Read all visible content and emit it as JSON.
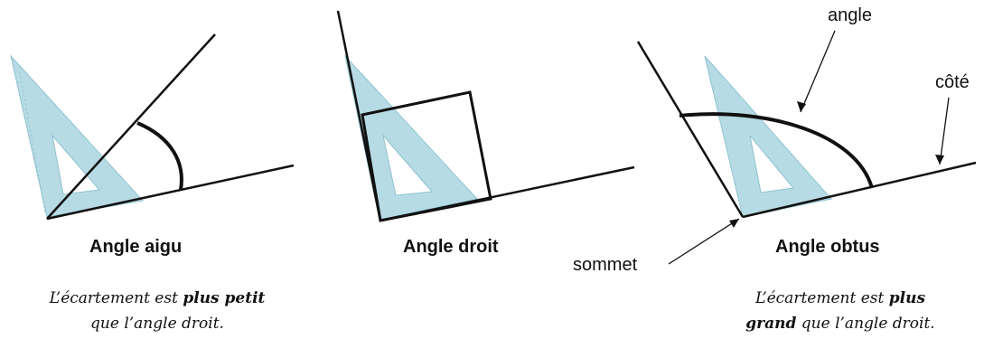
{
  "panels": {
    "acute": {
      "title": "Angle aigu",
      "note_before": "L’écartement est ",
      "note_bold": "plus petit",
      "note_after": "que l’angle droit."
    },
    "right": {
      "title": "Angle droit"
    },
    "obtuse": {
      "title": "Angle obtus",
      "note_before": "L’écartement est ",
      "note_bold": "plus",
      "note_bold2": "grand",
      "note_after": " que l’angle droit."
    }
  },
  "annotations": {
    "angle": "angle",
    "side": "côté",
    "vertex": "sommet"
  },
  "colors": {
    "set_square_fill": "#b7dbe4",
    "set_square_stroke": "#8fc3d1",
    "line": "#111111"
  }
}
